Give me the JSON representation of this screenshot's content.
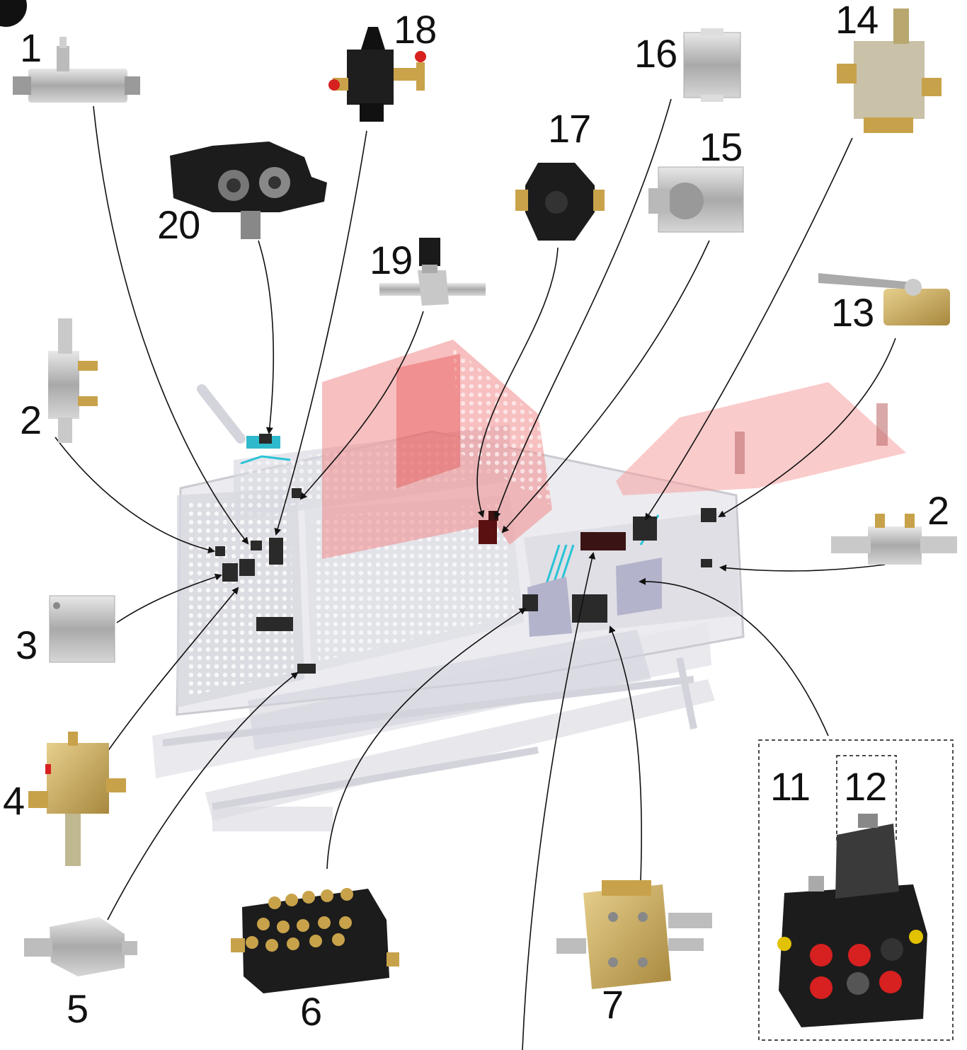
{
  "labels": {
    "p1": "1",
    "p2a": "2",
    "p2b": "2",
    "p3": "3",
    "p4": "4",
    "p5": "5",
    "p6": "6",
    "p7": "7",
    "p11": "11",
    "p12": "12",
    "p13": "13",
    "p14": "14",
    "p15": "15",
    "p16": "16",
    "p17": "17",
    "p18": "18",
    "p19": "19",
    "p20": "20"
  },
  "colors": {
    "guard": "#f08a8a",
    "frame": "#c9c9d4",
    "accent": "#29c3d6",
    "metal": "#bdbdbd",
    "dark": "#222222",
    "brass": "#c8a24a",
    "red_cap": "#d72020"
  },
  "icons": {
    "p1": "flow-valve-icon",
    "p2a": "relief-valve-icon",
    "p2b": "relief-valve-icon",
    "p3": "block-icon",
    "p4": "pressure-valve-icon",
    "p5": "divider-valve-icon",
    "p6": "distributor-icon",
    "p7": "control-block-icon",
    "p11": "distributor-icon",
    "p12": "lever-icon",
    "p13": "ball-valve-icon",
    "p14": "valve-block-icon",
    "p15": "port-block-icon",
    "p16": "block-icon",
    "p17": "check-valve-icon",
    "p18": "switch-valve-icon",
    "p19": "needle-valve-icon",
    "p20": "distributor-icon"
  }
}
